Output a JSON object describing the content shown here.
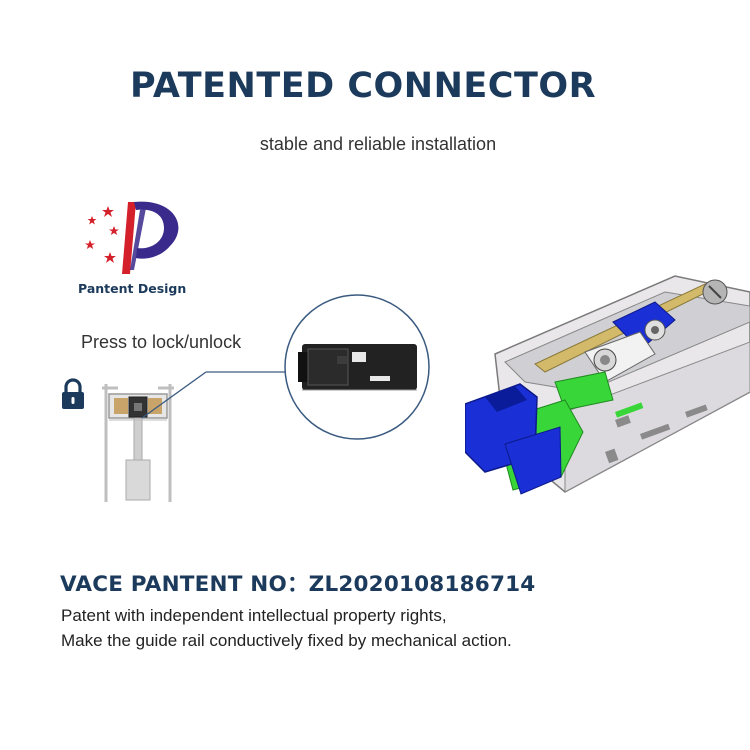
{
  "header": {
    "title": "PATENTED CONNECTOR",
    "subtitle": "stable and reliable installation"
  },
  "logo": {
    "text": "Pantent Design"
  },
  "detail": {
    "label": "Press to lock/unlock"
  },
  "patent": {
    "number_line": "VACE PANTENT NO：ZL2020108186714",
    "description_lines": [
      "Patent with independent intellectual property rights,",
      "Make the guide rail conductively fixed by mechanical action."
    ]
  },
  "colors": {
    "title": "#1c3a5b",
    "logo_purple": "#3a2a8c",
    "logo_red": "#d4202a",
    "connector_blue": "#1a2fd6",
    "connector_green": "#39d639"
  }
}
